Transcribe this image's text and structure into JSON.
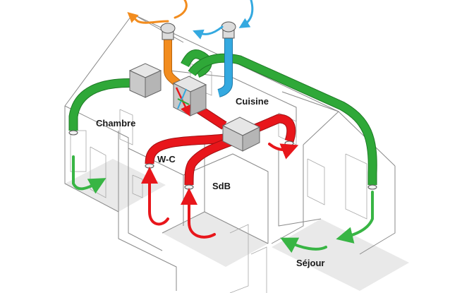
{
  "rooms": {
    "chambre": "Chambre",
    "cuisine": "Cuisine",
    "wc": "W-C",
    "sdb": "SdB",
    "sejour": "Séjour"
  },
  "colors": {
    "supply_air": "#2fa838",
    "extract_air": "#e8161b",
    "exhaust_air": "#f28c1e",
    "fresh_air": "#34a9e0"
  }
}
